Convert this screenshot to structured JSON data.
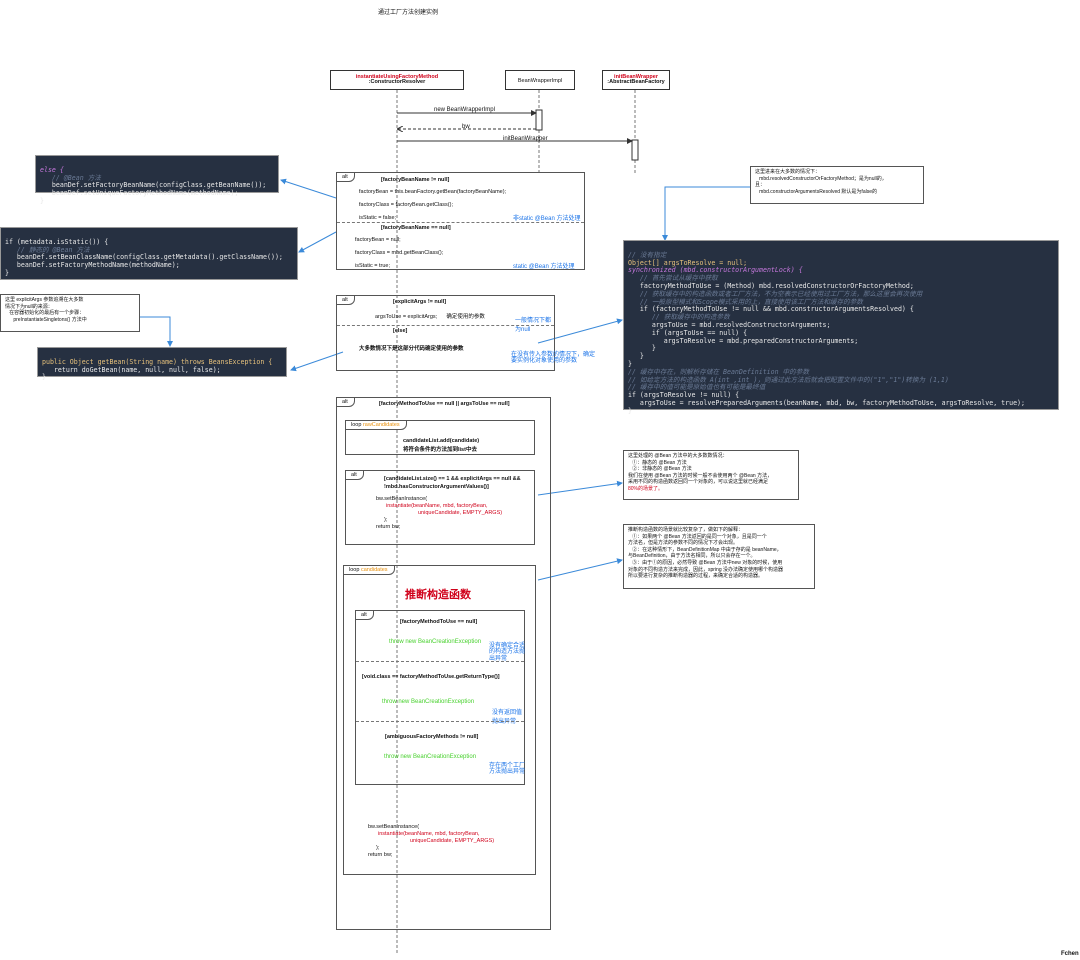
{
  "title": "通过工厂方法创建实例",
  "author": "Fchen",
  "lifelines": [
    {
      "name": "instantiateUsingFactoryMethod",
      "type": ":ConstructorResolver"
    },
    {
      "name": "BeanWrapperImpl",
      "type": ""
    },
    {
      "name": "initBeanWrapper",
      "type": ":AbstractBeanFactory"
    }
  ],
  "messages": {
    "new_bw": "new BeanWrapperImpl",
    "bw_return": "bw",
    "init_bw": "initBeanWrapper"
  },
  "alt1": {
    "tag": "alt",
    "cond1": "[factoryBeanName != null]",
    "lines1": [
      "factoryBean = this.beanFactory.getBean(factoryBeanName);",
      "factoryClass = factoryBean.getClass();",
      "isStatic = false;"
    ],
    "note1": "非static @Bean 方法处理",
    "cond2": "[factoryBeanName == null]",
    "lines2": [
      "factoryBean = null;",
      "factoryClass = mbd.getBeanClass();",
      "isStatic = true;"
    ],
    "note2": "static @Bean 方法处理"
  },
  "alt2": {
    "tag": "alt",
    "cond1": "[explicitArgs != null]",
    "line1": "argsToUse = explicitArgs;      确定使用的参数",
    "note1": "一般情况下都为null",
    "cond2": "[else]",
    "line2": "大多数情况下是这部分代码确定使用的参数",
    "note2": "在没有传入参数的情况下，确定要实例化对象使用的参数"
  },
  "alt3": {
    "tag": "alt",
    "cond": "[factoryMethodToUse == null || argsToUse == null]",
    "loop1": {
      "tag": "loop",
      "var": "rawCandidates",
      "line1": "candidateList.add(candidate)",
      "line2": "将符合条件的方法加到list中去"
    },
    "alt_inner": {
      "tag": "alt",
      "cond": "[candidateList.size() == 1 && explicitArgs == null && !mbd.hasConstructorArgumentValues()]",
      "l1": "bw.setBeanInstance(",
      "l2": "instantiate(beanName, mbd, factoryBean,",
      "l3": "uniqueCandidate, EMPTY_ARGS)",
      "l4": ");",
      "l5": "return bw;"
    },
    "loop2": {
      "tag": "loop",
      "var": "candidates",
      "heading": "推断构造函数",
      "alt": {
        "tag": "alt",
        "cond1": "[factoryMethodToUse == null]",
        "throw1": "throw new BeanCreationException",
        "note1": "没有确定合适的构造方法抛出异常",
        "cond2": "[void.class == factoryMethodToUse.getReturnType()]",
        "throw2": "throw new BeanCreationException",
        "note2": "没有返回值抛出异常",
        "cond3": "[ambiguousFactoryMethods != null]",
        "throw3": "throw new BeanCreationException",
        "note3": "存在两个工厂方法抛出异常"
      }
    },
    "final": {
      "l1": "bw.setBeanInstance(",
      "l2": "instantiate(beanName, mbd, factoryBean,",
      "l3": "uniqueCandidate, EMPTY_ARGS)",
      "l4": ");",
      "l5": "return bw;"
    }
  },
  "code_else": [
    "else {",
    "   // @Bean 方法",
    "   beanDef.setFactoryBeanName(configClass.getBeanName());",
    "   beanDef.setUniqueFactoryMethodName(methodName);",
    "}"
  ],
  "code_if": [
    "if (metadata.isStatic()) {",
    "   // 静态的 @Bean 方法",
    "   beanDef.setBeanClassName(configClass.getMetadata().getClassName());",
    "   beanDef.setFactoryMethodName(methodName);",
    "}"
  ],
  "code_getbean": [
    "public Object getBean(String name) throws BeansException {",
    "   return doGetBean(name, null, null, false);",
    "}"
  ],
  "code_args": [
    "// 没有指定",
    "Object[] argsToResolve = null;",
    "synchronized (mbd.constructorArgumentLock) {",
    "   // 首先尝试从缓存中获取",
    "   factoryMethodToUse = (Method) mbd.resolvedConstructorOrFactoryMethod;",
    "   // 获取缓存中的构造函数或者工厂方法，不为空表示已经使用过工厂方法，那么这里会再次使用",
    "   // 一般原型模式和Scope模式采用的上，直接使用该工厂方法和缓存的参数",
    "   if (factoryMethodToUse != null && mbd.constructorArgumentsResolved) {",
    "      // 获取缓存中的构造参数",
    "      argsToUse = mbd.resolvedConstructorArguments;",
    "      if (argsToUse == null) {",
    "         argsToResolve = mbd.preparedConstructorArguments;",
    "      }",
    "   }",
    "}",
    "// 缓存中存在，则解析存储在 BeanDefinition 中的参数",
    "// 如给定方法的构造函数 A(int ,int )，则通过此方法后就会把配置文件中的(\"1\",\"1\")转换为 (1,1)",
    "// 缓存中的值可能是原始值也有可能是最终值",
    "if (argsToResolve != null) {",
    "   argsToUse = resolvePreparedArguments(beanName, mbd, bw, factoryMethodToUse, argsToResolve, true);",
    "}"
  ],
  "note_explicit": [
    "这里 explicitArgs 参数追溯在大多数",
    "情况下为null的来源：",
    "   在容器初始化的最后有一个步骤：",
    "      preInstantiateSingletons() 方法中"
  ],
  "note_cache": [
    "这里进来在大多数的情况下：",
    "   mbd.resolvedConstructorOrFactoryMethod；是为null的，",
    "且：",
    "   mbd.constructorArgumentsResolved 默认是为false的"
  ],
  "note_bean": [
    "这里处理的 @Bean 方法中的大多数数情况：",
    "   ①：静态的 @Bean 方法",
    "   ②：非静态的 @Bean 方法",
    "我们在使用 @Bean 方法的时候一般不会使用两个 @Bean 方法，",
    "采用不同的构造函数返回同一个对象的，可以说这里就已经满足",
    "80%的场景了。"
  ],
  "note_infer": [
    "推断构造函数的场景就比较复杂了，做如下的解释：",
    "   ①：如果两个 @Bean 方法返回的是同一个对象，且是同一个",
    "方法名，但是方法的参数不同的情况下才会出现。",
    "   ②：在这种情形下，BeanDefinitionMap 中由于存的是 beanName，",
    "与BeanDefinition，由于方法名相同，所以只会存在一个。",
    "   ③：由于①的原因，必然导致 @Bean 方法中new 对象的时候，使用",
    "对象的不同构造方法来完成，因此，spring 没办法确定使用哪个构造器",
    "所以要进行复杂的推断构造器的过程，来确定合适的构造器。"
  ],
  "colors": {
    "red": "#d0021b",
    "blue": "#1a73e8",
    "green": "#49d12f",
    "orange": "#e8900c",
    "code_bg": "#263041"
  }
}
